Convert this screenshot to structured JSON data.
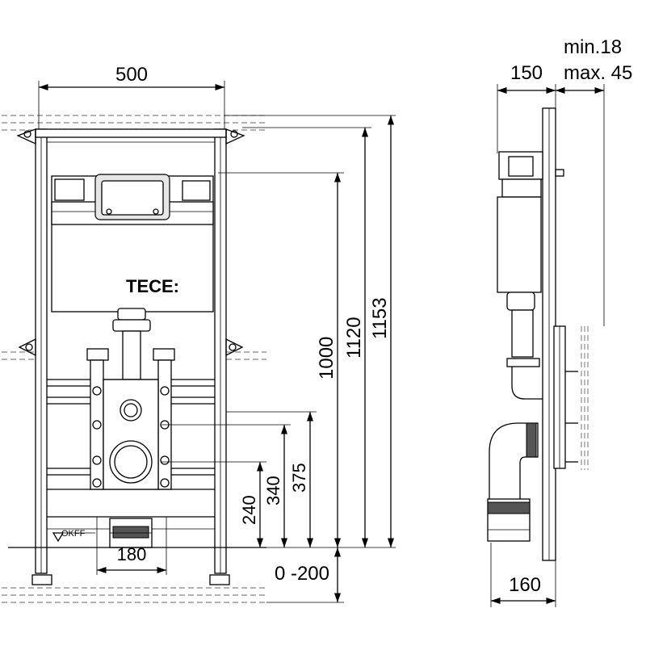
{
  "front_view": {
    "width_top": "500",
    "height_1000": "1000",
    "height_1120": "1120",
    "height_1153": "1153",
    "height_240": "240",
    "height_340": "340",
    "height_375": "375",
    "drain_width": "180",
    "adjust_range": "0 -200",
    "floor_label": "OKFF",
    "brand": "TECE:"
  },
  "side_view": {
    "depth_top": "150",
    "wall_min": "min.18",
    "wall_max": "max. 45",
    "depth_bottom": "160"
  }
}
